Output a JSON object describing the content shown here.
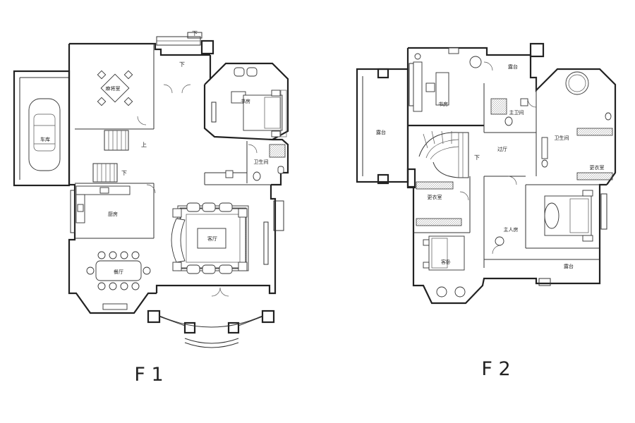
{
  "floor_labels": {
    "f1": "F 1",
    "f2": "F 2"
  },
  "f1": {
    "garage": "车库",
    "mahjong": "麻将室",
    "up": "上",
    "down": "下",
    "down_top": "下",
    "study": "书房",
    "bath": "卫生间",
    "kitchen": "厨房",
    "living": "客厅",
    "dining": "餐厅"
  },
  "f2": {
    "terrace": "露台",
    "study": "书房",
    "balcony_top": "露台",
    "master_bath": "主卫间",
    "bath": "卫生间",
    "cloak": "更衣室",
    "hall": "过厅",
    "down": "下",
    "cloak_left": "更衣室",
    "master_bed": "主人房",
    "guest": "客卧",
    "balcony_bottom": "露台"
  }
}
